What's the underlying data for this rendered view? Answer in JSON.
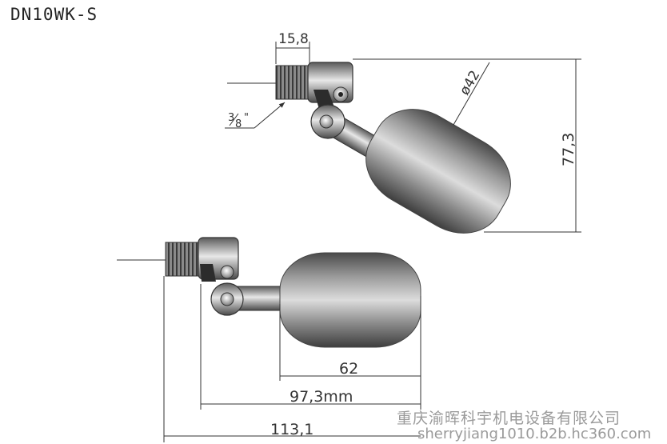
{
  "model": "DN10WK-S",
  "dimensions": {
    "thread_width": "15,8",
    "ball_diameter": "ø42",
    "height": "77,3",
    "thread_size_num": "3",
    "thread_size_den": "8",
    "thread_size_mark": "\"",
    "ball_length": "62",
    "arm_length": "97,3mm",
    "overall_length": "113,1"
  },
  "watermark": {
    "company": "重庆渝晖科宇机电设备有限公司",
    "url": "sherryjiang1010.b2b.hc360.com"
  },
  "colors": {
    "line": "#333333",
    "metal_dark": "#5a5a5a",
    "metal_light": "#d8d8d8",
    "watermark": "#9a9a9a"
  }
}
